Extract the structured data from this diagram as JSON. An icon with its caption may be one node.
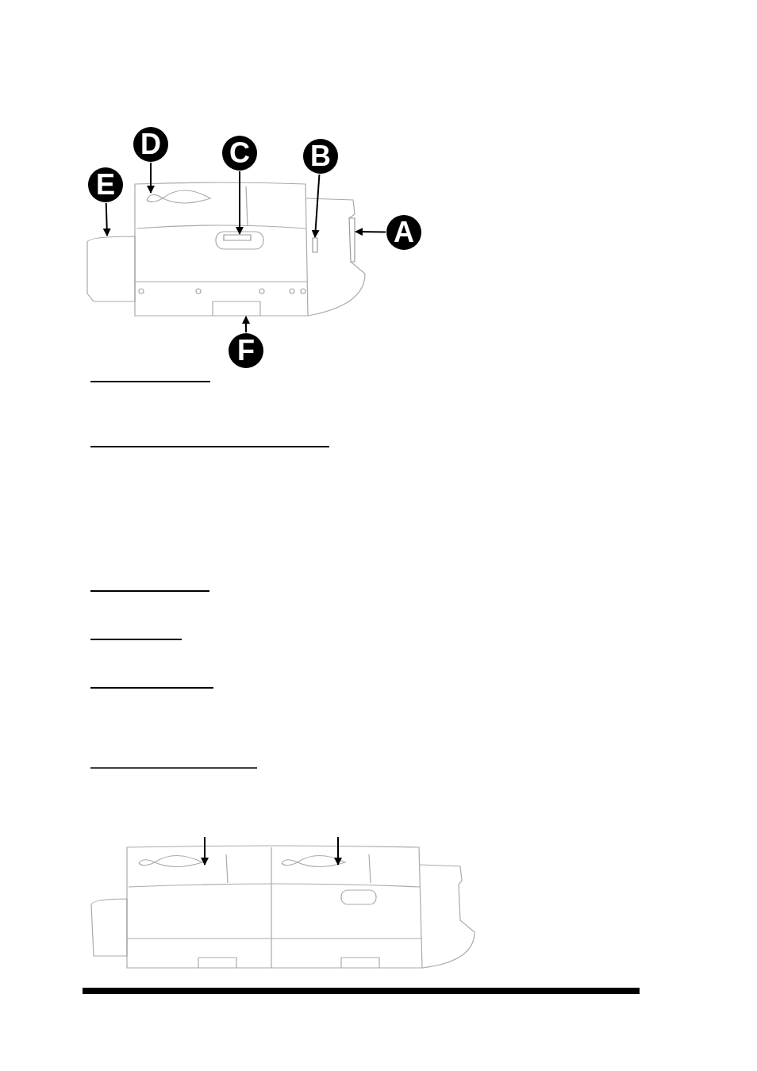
{
  "diagram": {
    "nodes": [
      {
        "text": [
          "D"
        ]
      },
      {
        "text": [
          "C"
        ]
      },
      {
        "text": [
          "B"
        ]
      },
      {
        "text": [
          "E"
        ]
      },
      {
        "text": [
          "A"
        ]
      },
      {
        "text": [
          "F"
        ]
      },
      {
        "text": [],
        "shape": "picture"
      },
      {
        "text": [],
        "shape": "box"
      },
      {
        "text": [],
        "shape": "box"
      },
      {
        "text": [],
        "shape": "picture"
      },
      {
        "text": [],
        "shape": "box"
      },
      {
        "text": [],
        "shape": "picture"
      }
    ],
    "edges": [
      {
        "from": 0,
        "to": 6,
        "arrow": "to"
      },
      {
        "from": 1,
        "to": 7,
        "arrow": "to"
      },
      {
        "from": 2,
        "to": 8,
        "arrow": "to"
      },
      {
        "from": 3,
        "to": 9,
        "arrow": "to"
      },
      {
        "from": 4,
        "to": 10,
        "arrow": "to"
      },
      {
        "from": 5,
        "to": 11,
        "arrow": "to"
      }
    ]
  }
}
